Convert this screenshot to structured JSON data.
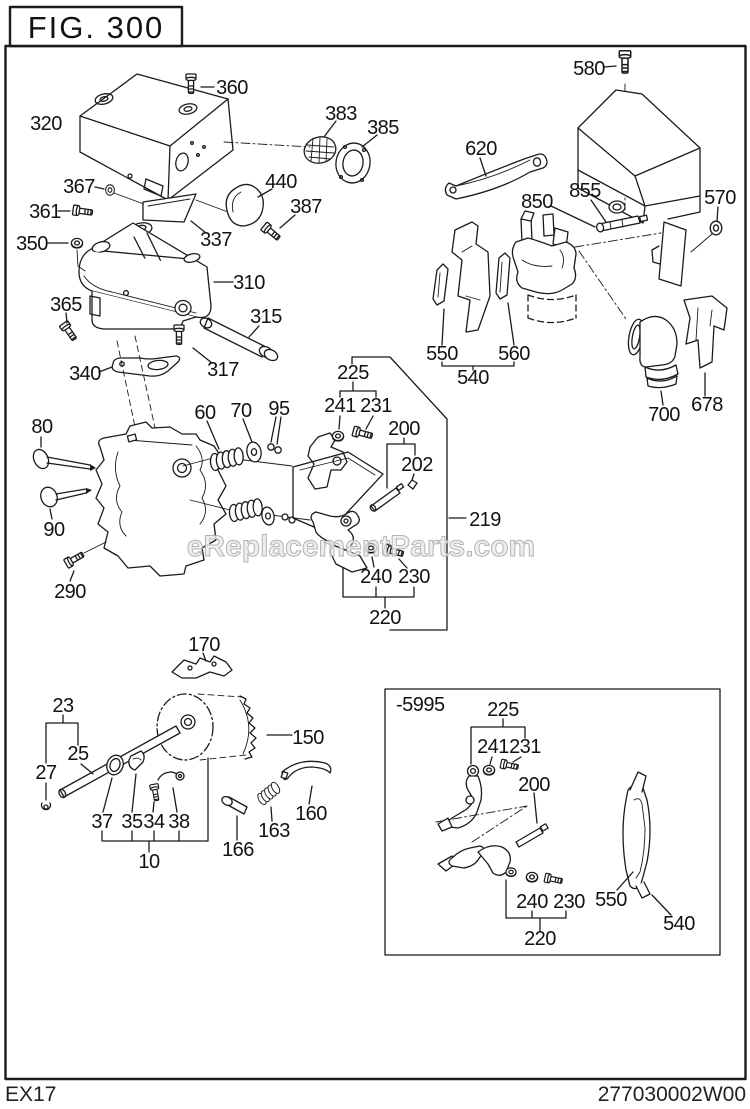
{
  "figure": {
    "title": "FIG. 300"
  },
  "footer": {
    "left": "EX17",
    "right": "277030002W00"
  },
  "watermark": {
    "text": "eReplacementParts.com"
  },
  "labels": {
    "m320": "320",
    "m360": "360",
    "m367": "367",
    "m361": "361",
    "m350": "350",
    "m365": "365",
    "m340": "340",
    "m337": "337",
    "m310": "310",
    "m315": "315",
    "m317": "317",
    "m383": "383",
    "m385": "385",
    "m440": "440",
    "m387": "387",
    "m620": "620",
    "m580": "580",
    "m855": "855",
    "m850": "850",
    "m570": "570",
    "m550": "550",
    "m560": "560",
    "m540": "540",
    "m700": "700",
    "m678": "678",
    "m80": "80",
    "m90": "90",
    "m290": "290",
    "m60": "60",
    "m70": "70",
    "m95": "95",
    "m225": "225",
    "m241": "241",
    "m231": "231",
    "m200": "200",
    "m202": "202",
    "m219": "219",
    "m240": "240",
    "m230": "230",
    "m220": "220",
    "m170": "170",
    "m150": "150",
    "m23": "23",
    "m25": "25",
    "m27": "27",
    "m37": "37",
    "m35": "35",
    "m34": "34",
    "m38": "38",
    "m166": "166",
    "m163": "163",
    "m160": "160",
    "m10": "10"
  },
  "inset": {
    "header": "-5995",
    "labels": {
      "p225": "225",
      "p241": "241",
      "p231": "231",
      "p200": "200",
      "p240": "240",
      "p230": "230",
      "p220": "220",
      "p550": "550",
      "p540": "540"
    }
  }
}
